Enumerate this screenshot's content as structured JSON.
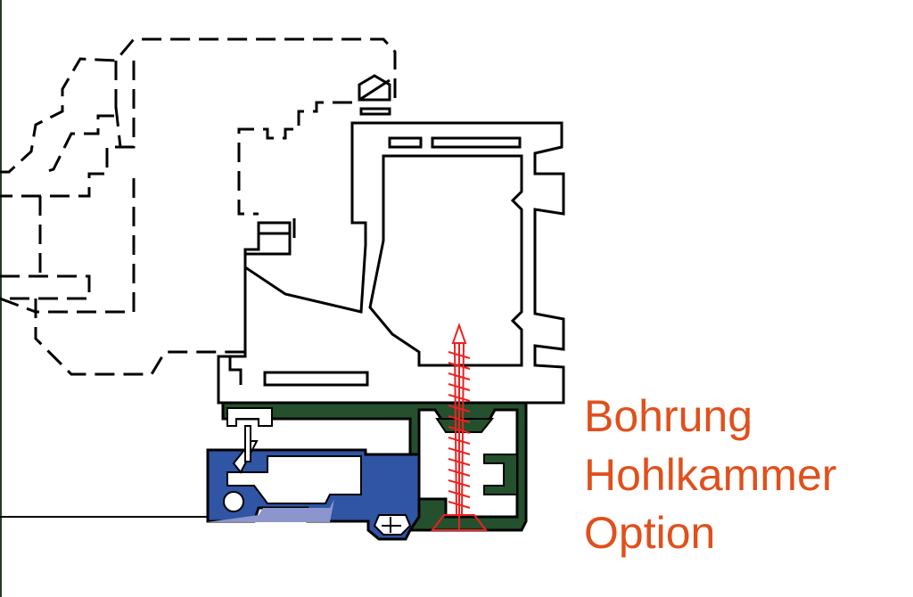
{
  "annotation": {
    "lines": [
      "Bohrung",
      "Hohlkammer",
      "Option"
    ],
    "color": "#e0501c"
  },
  "colors": {
    "blue_profile": "#2f55a4",
    "green_profile": "#24502e",
    "gasket": "#8c95cc",
    "screw": "#ee2020"
  }
}
